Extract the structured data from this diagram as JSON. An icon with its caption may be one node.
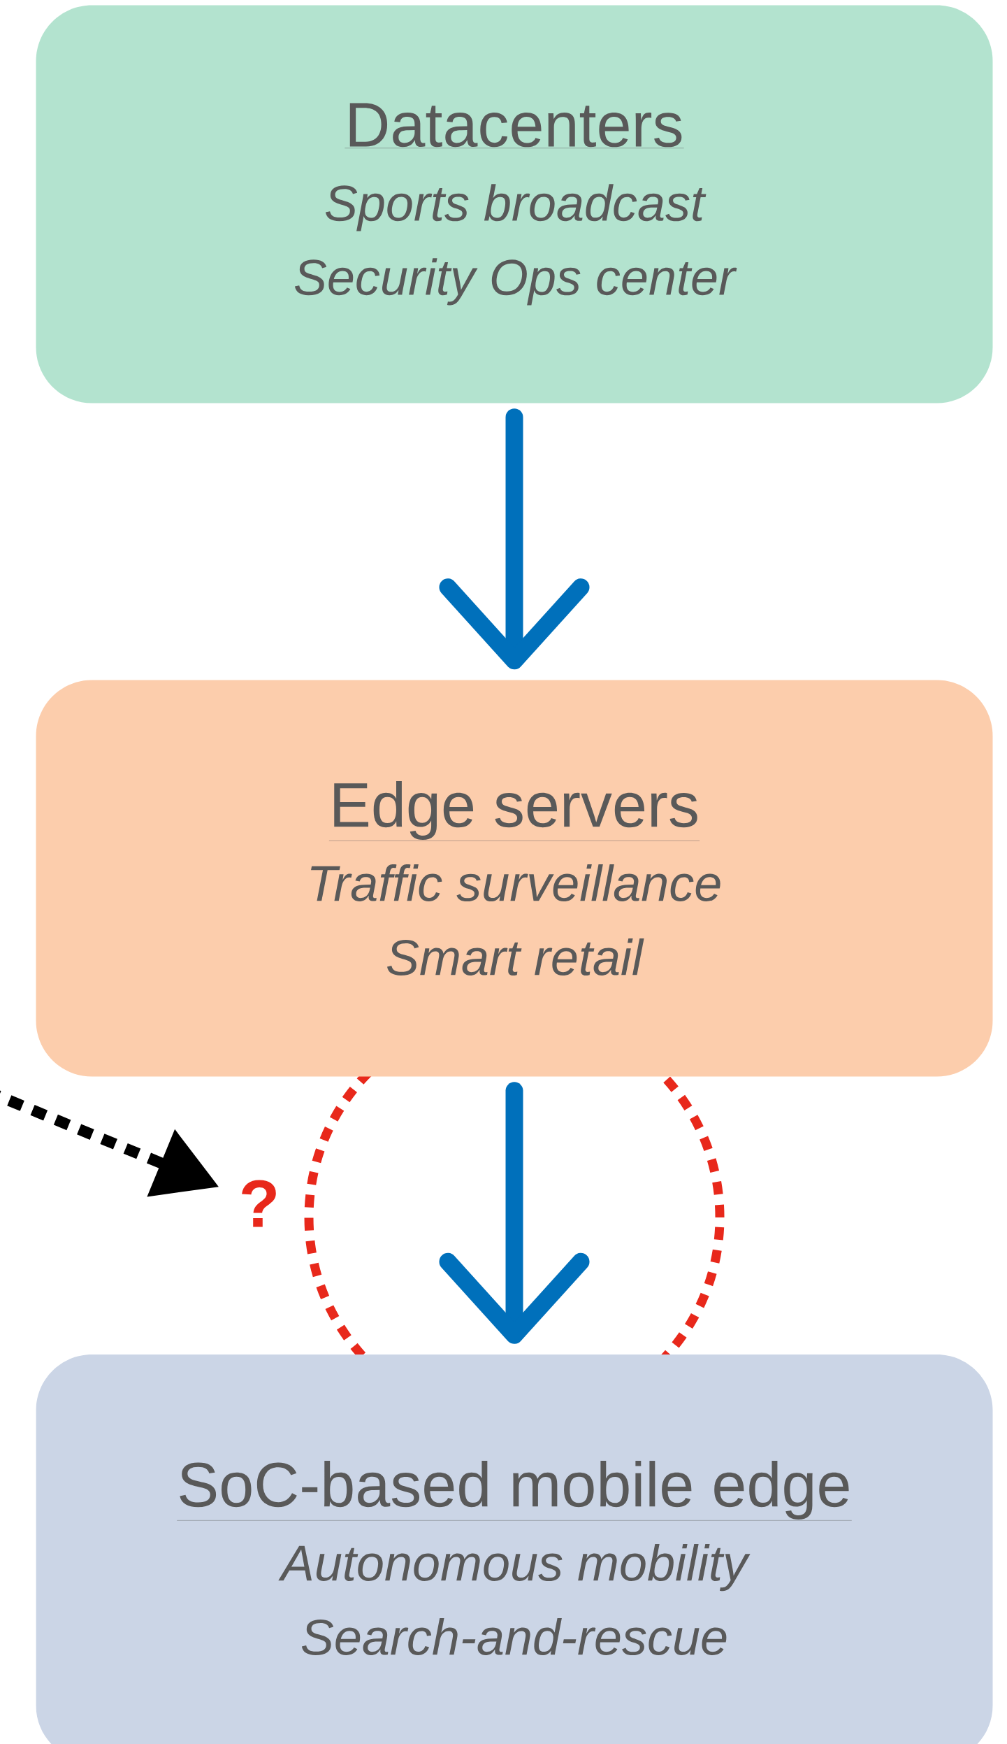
{
  "diagram": {
    "nodes": [
      {
        "text": [
          "Datacenters",
          "Sports broadcast",
          "Security Ops center"
        ]
      },
      {
        "text": [
          "Edge servers",
          "Traffic surveillance",
          "Smart retail"
        ]
      },
      {
        "text": [
          "SoC-based mobile edge",
          "Autonomous mobility",
          "Search-and-rescue"
        ]
      },
      {
        "text": [
          "?"
        ]
      }
    ],
    "edges": [
      {
        "from": 0,
        "to": 1,
        "arrow": "to"
      },
      {
        "from": 1,
        "to": 2,
        "arrow": "to"
      },
      {
        "from": null,
        "to": 3,
        "arrow": "to",
        "style": "dashed",
        "color": "#000000"
      }
    ]
  }
}
